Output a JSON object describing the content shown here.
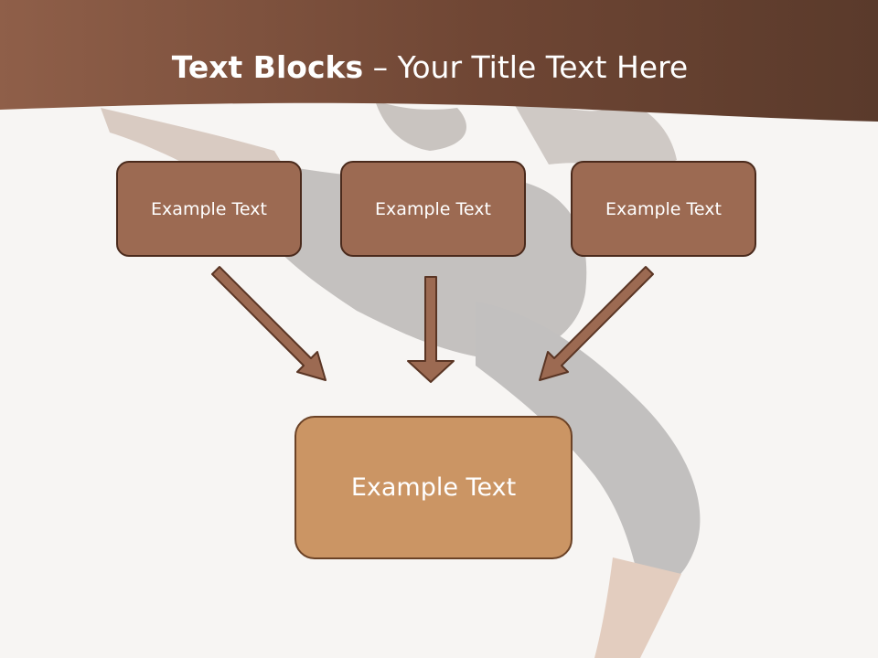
{
  "slide": {
    "title_bold": "Text Blocks",
    "title_rest": "– Your Title Text Here"
  },
  "blocks": {
    "top": [
      {
        "label": "Example Text"
      },
      {
        "label": "Example Text"
      },
      {
        "label": "Example Text"
      }
    ],
    "bottom": {
      "label": "Example Text"
    }
  },
  "colors": {
    "header": "#7e4f3b",
    "top_box": "#9c6a52",
    "bottom_box": "#cb9564",
    "arrow": "#9c6a52",
    "background": "#f7f5f3"
  },
  "icons": {
    "arrows": [
      "arrow-down-right-icon",
      "arrow-down-icon",
      "arrow-down-left-icon"
    ]
  }
}
